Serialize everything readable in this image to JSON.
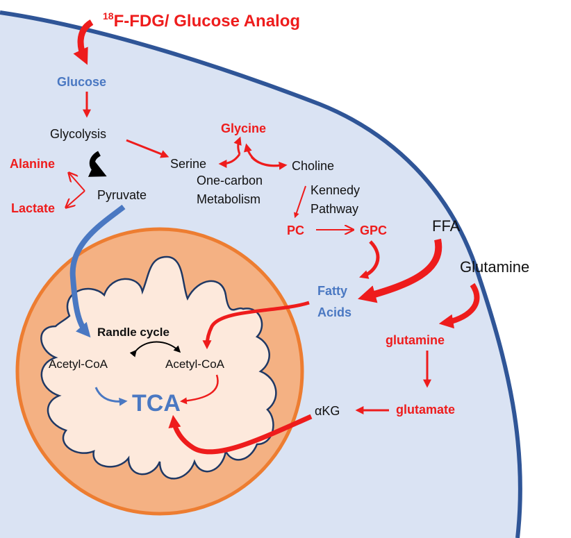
{
  "title": {
    "superscript": "18",
    "main": "F-FDG/ Glucose Analog"
  },
  "labels": {
    "glucose": "Glucose",
    "glycolysis": "Glycolysis",
    "alanine": "Alanine",
    "lactate": "Lactate",
    "pyruvate": "Pyruvate",
    "serine": "Serine",
    "glycine": "Glycine",
    "choline": "Choline",
    "one_carbon_line1": "One-carbon",
    "one_carbon_line2": "Metabolism",
    "kennedy_line1": "Kennedy",
    "kennedy_line2": "Pathway",
    "pc": "PC",
    "gpc": "GPC",
    "ffa": "FFA",
    "glutamine_ext": "Glutamine",
    "fatty_line1": "Fatty",
    "fatty_line2": "Acids",
    "glutamine_int": "glutamine",
    "glutamate": "glutamate",
    "akg": "αKG",
    "randle": "Randle cycle",
    "acetyl_left": "Acetyl-CoA",
    "acetyl_right": "Acetyl-CoA",
    "tca": "TCA"
  },
  "colors": {
    "cell_fill": "#dae3f3",
    "cell_border": "#2f5597",
    "mito_outer": "#f4b183",
    "mito_outer_border": "#ed7d31",
    "mito_inner": "#fde9dc",
    "mito_inner_border": "#1f3864",
    "arrow_red": "#ee1c1c",
    "arrow_blue": "#4a78c2",
    "arrow_black": "#000000"
  }
}
